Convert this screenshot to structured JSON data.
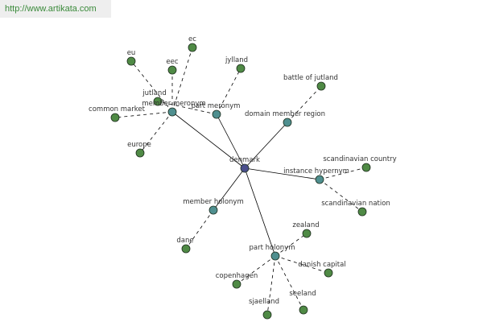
{
  "watermark": "http://www.artikata.com",
  "colors": {
    "root": "#4a4f8c",
    "relation": "#4f8f8f",
    "leaf": "#4f8a45",
    "edge": "#000000",
    "watermark_bg": "#eeeeee",
    "watermark_text": "#3a8a3a"
  },
  "root": {
    "id": "denmark",
    "label": "denmark"
  },
  "relations": [
    {
      "id": "member_meronym",
      "label": "member meronym"
    },
    {
      "id": "part_meronym",
      "label": "part meronym"
    },
    {
      "id": "domain_member_region",
      "label": "domain member region"
    },
    {
      "id": "instance_hypernym",
      "label": "instance hypernym"
    },
    {
      "id": "member_holonym",
      "label": "member holonym"
    },
    {
      "id": "part_holonym",
      "label": "part holonym"
    }
  ],
  "leaves": [
    {
      "id": "eu",
      "label": "eu",
      "parent": "member_meronym"
    },
    {
      "id": "ec",
      "label": "ec",
      "parent": "member_meronym"
    },
    {
      "id": "eec",
      "label": "eec",
      "parent": "member_meronym"
    },
    {
      "id": "common_market",
      "label": "common market",
      "parent": "member_meronym"
    },
    {
      "id": "europe",
      "label": "europe",
      "parent": "member_meronym"
    },
    {
      "id": "jutland",
      "label": "jutland",
      "parent": "part_meronym"
    },
    {
      "id": "jylland",
      "label": "jylland",
      "parent": "part_meronym"
    },
    {
      "id": "battle_of_jutland",
      "label": "battle of jutland",
      "parent": "domain_member_region"
    },
    {
      "id": "scandinavian_country",
      "label": "scandinavian country",
      "parent": "instance_hypernym"
    },
    {
      "id": "scandinavian_nation",
      "label": "scandinavian nation",
      "parent": "instance_hypernym"
    },
    {
      "id": "dane",
      "label": "dane",
      "parent": "member_holonym"
    },
    {
      "id": "zealand",
      "label": "zealand",
      "parent": "part_holonym"
    },
    {
      "id": "danish_capital",
      "label": "danish capital",
      "parent": "part_holonym"
    },
    {
      "id": "copenhagen",
      "label": "copenhagen",
      "parent": "part_holonym"
    },
    {
      "id": "sjaelland",
      "label": "sjaelland",
      "parent": "part_holonym"
    },
    {
      "id": "seeland",
      "label": "seeland",
      "parent": "part_holonym"
    }
  ]
}
